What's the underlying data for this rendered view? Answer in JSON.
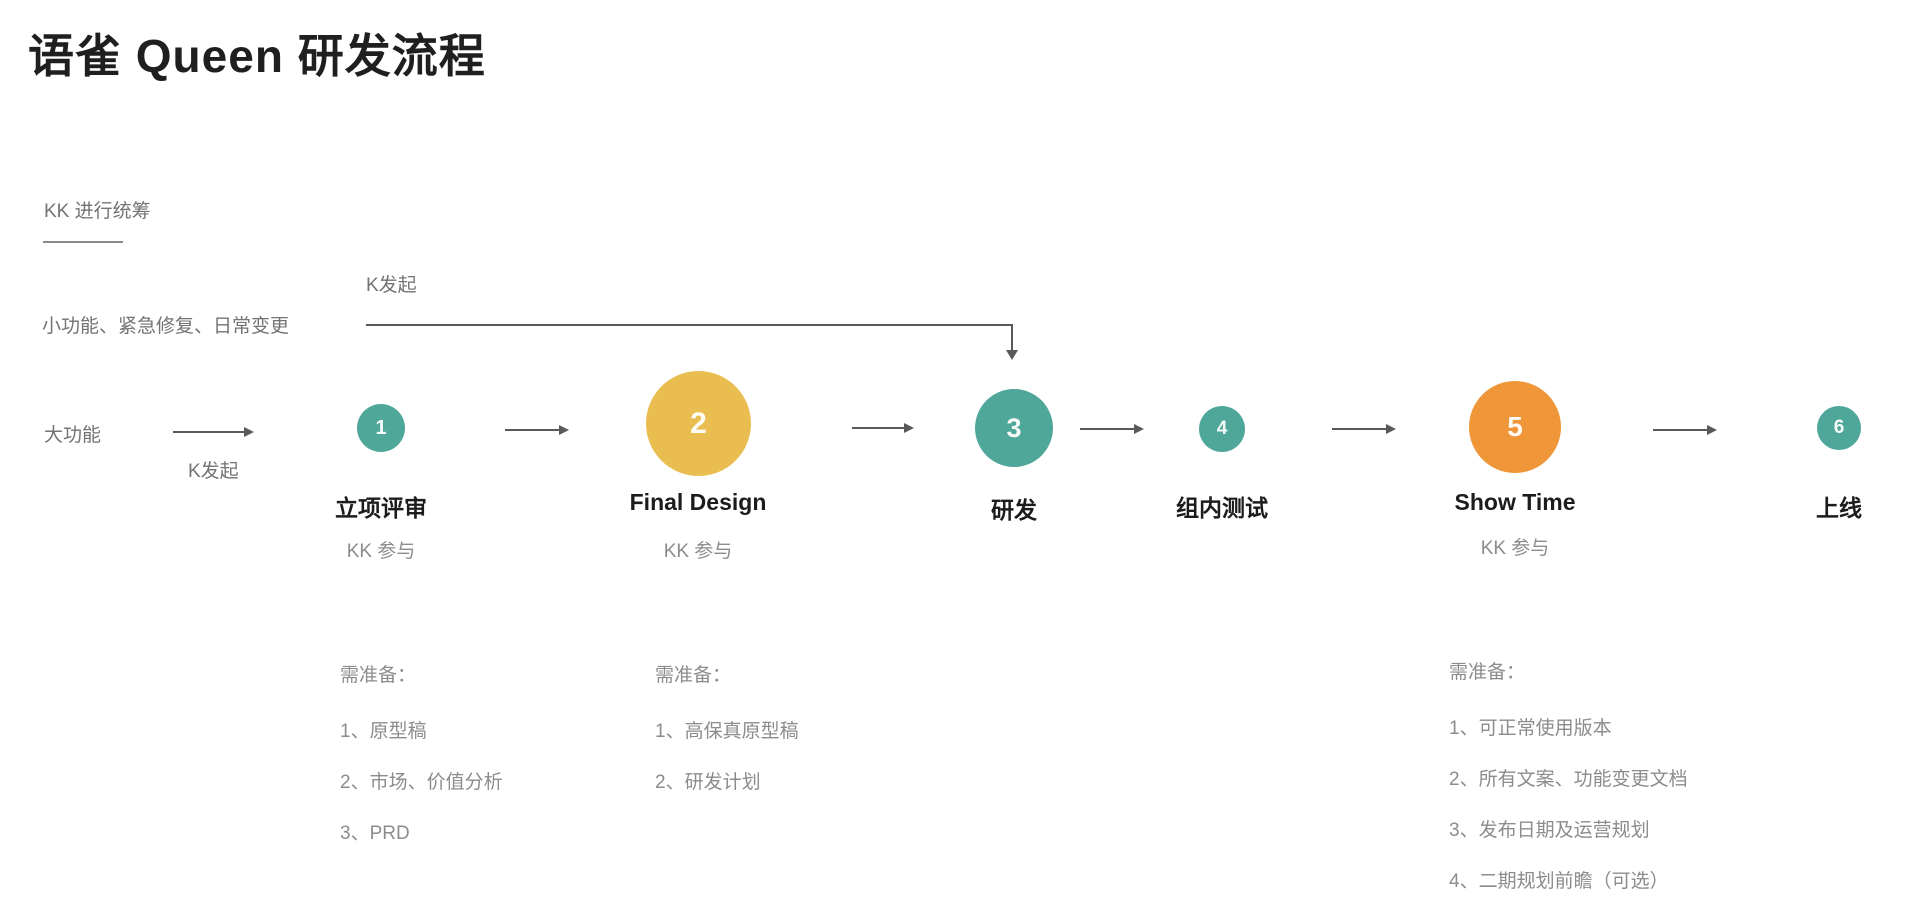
{
  "title": "语雀 Queen 研发流程",
  "annotations": {
    "coordinator": "KK 进行统筹",
    "lane_small": "小功能、紧急修复、日常变更",
    "lane_big": "大功能",
    "k_initiate_top": "K发起",
    "k_initiate_bottom": "K发起"
  },
  "steps": [
    {
      "number": "1",
      "label": "立项评审",
      "sublabel": "KK 参与",
      "color": "#4FA79A"
    },
    {
      "number": "2",
      "label": "Final Design",
      "sublabel": "KK 参与",
      "color": "#E9BD4F"
    },
    {
      "number": "3",
      "label": "研发",
      "color": "#4FA79A"
    },
    {
      "number": "4",
      "label": "组内测试",
      "color": "#4FA79A"
    },
    {
      "number": "5",
      "label": "Show Time",
      "sublabel": "KK 参与",
      "color": "#EF9638"
    },
    {
      "number": "6",
      "label": "上线",
      "color": "#4FA79A"
    }
  ],
  "checklists": [
    {
      "heading": "需准备：",
      "items": [
        "1、原型稿",
        "2、市场、价值分析",
        "3、PRD"
      ]
    },
    {
      "heading": "需准备：",
      "items": [
        "1、高保真原型稿",
        "2、研发计划"
      ]
    },
    {
      "heading": "需准备：",
      "items": [
        "1、可正常使用版本",
        "2、所有文案、功能变更文档",
        "3、发布日期及运营规划",
        "4、二期规划前瞻（可选）"
      ]
    }
  ],
  "colors": {
    "step_teal": "#4FA79A",
    "step_yellow": "#E9BD4F",
    "step_orange": "#EF9638",
    "arrow": "#595959",
    "text_dark": "#1F1F1F",
    "text_gray": "#737373",
    "text_light_gray": "#8C8C8C",
    "background": "#FFFFFF"
  }
}
